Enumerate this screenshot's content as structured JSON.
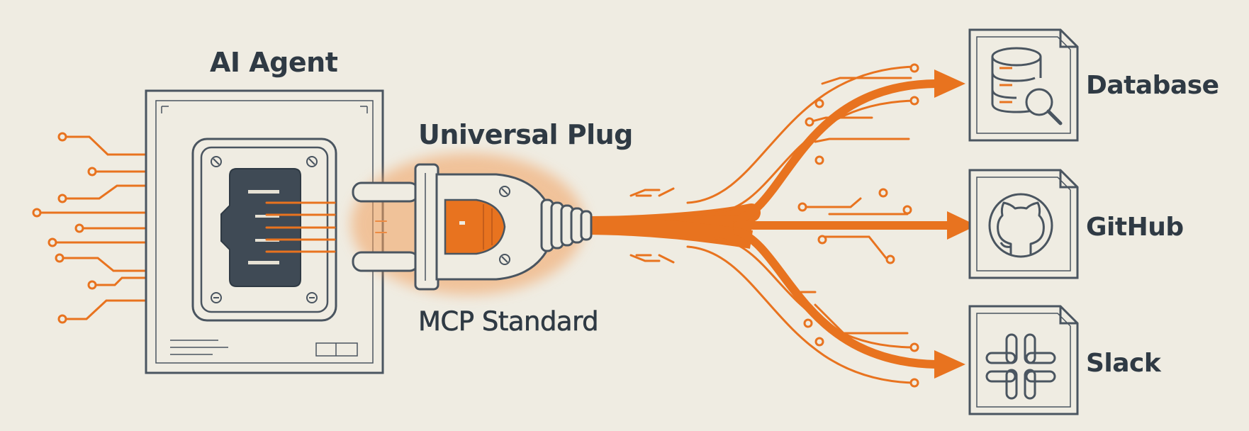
{
  "labels": {
    "agent": "AI Agent",
    "plug": "Universal Plug",
    "standard": "MCP Standard"
  },
  "targets": [
    {
      "label": "Database",
      "icon": "database-search-icon"
    },
    {
      "label": "GitHub",
      "icon": "github-icon"
    },
    {
      "label": "Slack",
      "icon": "slack-icon"
    }
  ],
  "colors": {
    "background": "#efece2",
    "accent": "#e8731f",
    "ink": "#2f3a44",
    "outline": "#4a5560"
  }
}
